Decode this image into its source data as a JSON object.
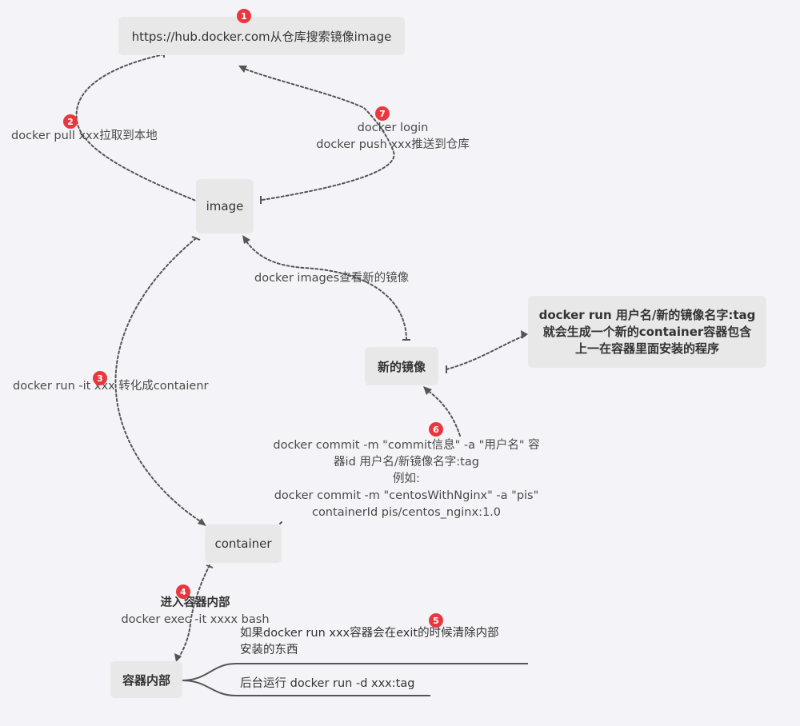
{
  "nodes": {
    "hub": "https://hub.docker.com从仓库搜索镜像image",
    "image": "image",
    "new_image": "新的镜像",
    "container": "container",
    "inside": "容器内部",
    "tag_note_line1": "docker run 用户名/新的镜像名字:tag",
    "tag_note_line2": "就会生成一个新的container容器包含",
    "tag_note_line3": "上一在容器里面安装的程序"
  },
  "labels": {
    "pull": "docker pull xxx拉取到本地",
    "login": "docker login",
    "push": "docker push xxx推送到仓库",
    "images": "docker images查看新的镜像",
    "run": "docker run -it xxx 转化成contaienr",
    "commit_1": "docker commit -m \"commit信息\" -a \"用户名\" 容",
    "commit_2": "器id 用户名/新镜像名字:tag",
    "commit_3": "例如:",
    "commit_4": "docker commit -m \"centosWithNginx\" -a \"pis\"",
    "commit_5": "containerId pis/centos_nginx:1.0",
    "enter_1": "进入容器内部",
    "enter_2": "docker exec -it xxxx bash",
    "branch_1_line1": "如果docker run xxx容器会在exit的时候清除内部",
    "branch_1_line2": "安装的东西",
    "branch_2": "后台运行 docker run -d xxx:tag"
  },
  "badges": [
    "1",
    "2",
    "3",
    "4",
    "5",
    "6",
    "7"
  ],
  "colors": {
    "node_bg": "#e8e8e8",
    "badge": "#e8383d",
    "wire": "#555555",
    "background": "#f4f4f8"
  }
}
